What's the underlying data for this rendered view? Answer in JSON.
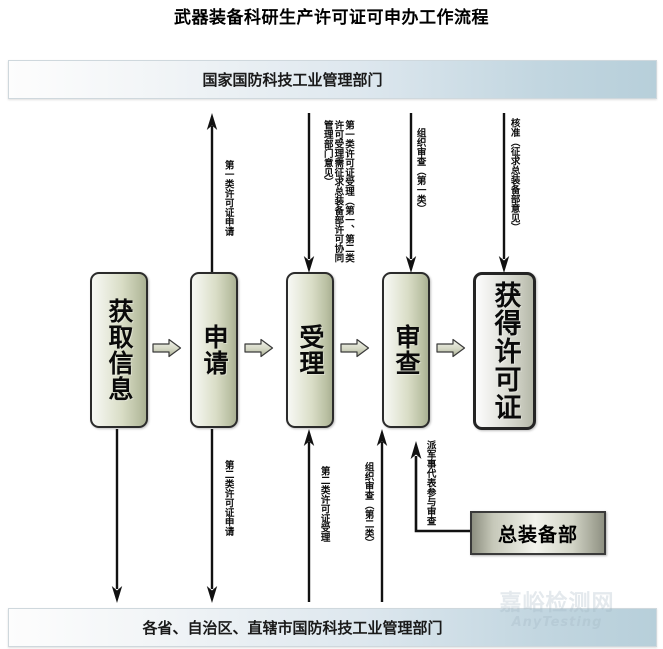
{
  "title": "武器装备科研生产许可证可申办工作流程",
  "bars": {
    "top": "国家国防科技工业管理部门",
    "bottom": "各省、自治区、直辖市国防科技工业管理部门"
  },
  "process_boxes": [
    {
      "id": "get-info",
      "label": "获取信息"
    },
    {
      "id": "apply",
      "label": "申请"
    },
    {
      "id": "accept",
      "label": "受理"
    },
    {
      "id": "review",
      "label": "审查"
    },
    {
      "id": "license",
      "label": "获得许可证"
    }
  ],
  "side_box": {
    "label": "总装备部"
  },
  "arrow_labels": {
    "up_apply_class1": "第一类许可证申请",
    "down_accept_class1": "第一类许可证受理（第一、第二类许可受理需征求总装备部许可协同管理部门意见）",
    "down_review_class1": "组织审查（第一类）",
    "down_approve": "核准（征求总装备部意见）",
    "down_apply_class2": "第二类许可证申请",
    "up_accept_class2": "第二类许可证受理",
    "up_review_class2": "组织审查（第二类）",
    "up_military_rep": "派军事代表参与审查",
    "down_info": ""
  },
  "watermark": {
    "line1": "嘉峪检测网",
    "line2": "AnyTesting"
  },
  "colors": {
    "box_fill_dark": "#a9b093",
    "box_fill_light": "#f7f8f4",
    "box_border": "#2b2b2b",
    "bar_gradient_end": "#b7cfda",
    "bar_gradient_start": "#fdfdfd",
    "text": "#0a0a0a"
  }
}
